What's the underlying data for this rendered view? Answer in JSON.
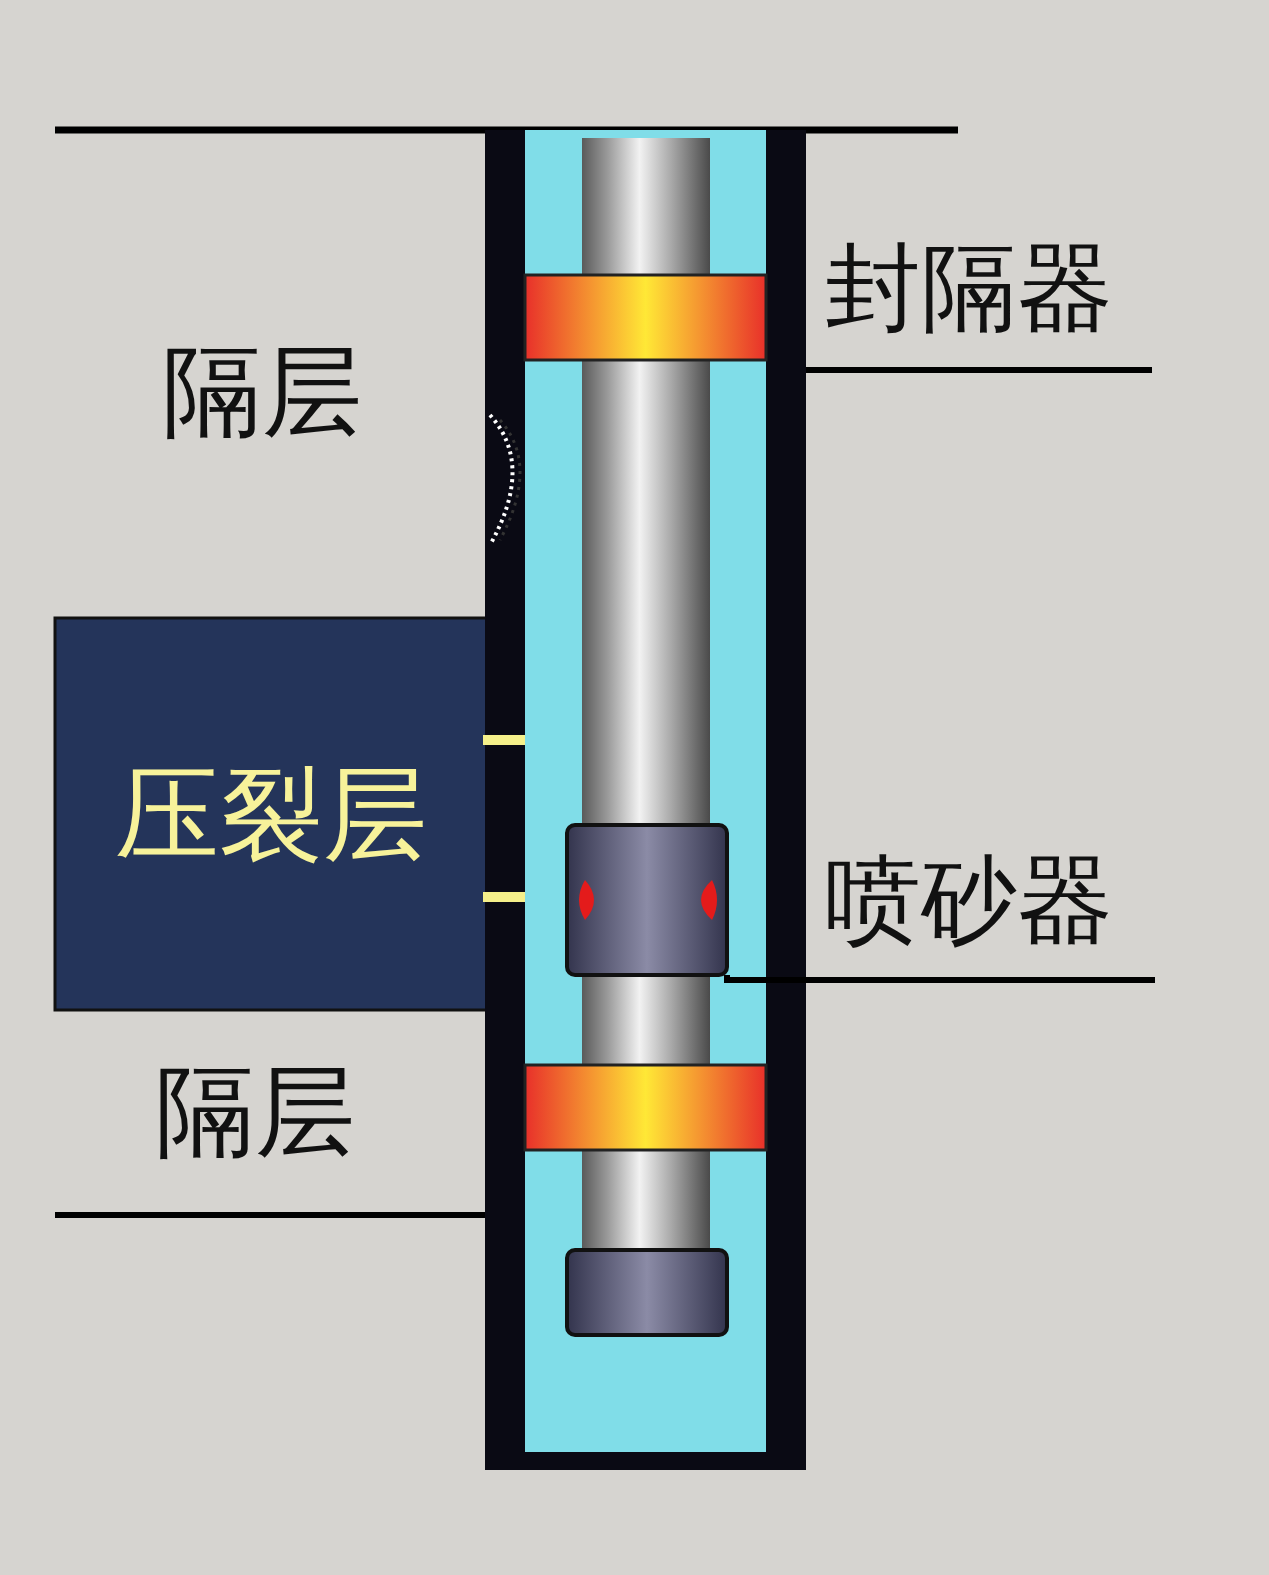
{
  "diagram": {
    "nodes": [
      {
        "text": [
          "压裂层"
        ]
      }
    ],
    "labels": [
      "封隔器",
      "隔层",
      "喷砂器",
      "隔层"
    ]
  }
}
